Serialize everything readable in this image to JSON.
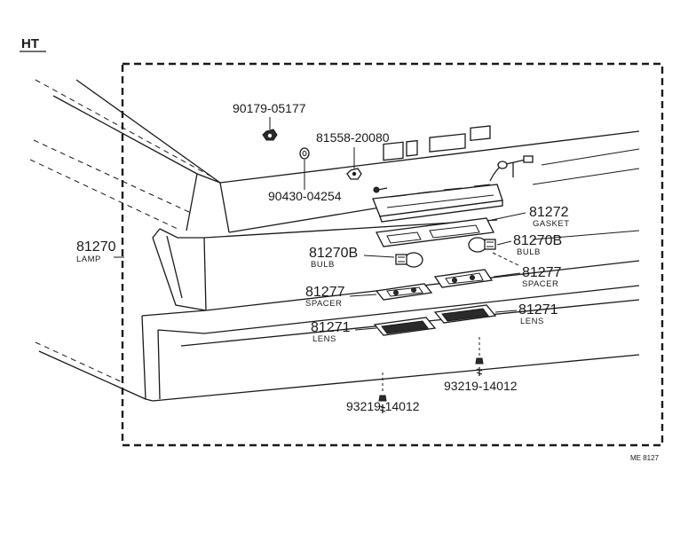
{
  "header": {
    "model_code": "HT"
  },
  "diagram_code": "ME 8127",
  "callouts": {
    "nut_top": {
      "part_no": "90179-05177"
    },
    "nut_right": {
      "part_no": "81558-20080"
    },
    "washer": {
      "part_no": "90430-04254"
    },
    "lamp": {
      "part_no": "81270",
      "name": "LAMP"
    },
    "gasket": {
      "part_no": "81272",
      "name": "GASKET"
    },
    "bulb_left": {
      "part_no": "81270B",
      "name": "BULB"
    },
    "bulb_right": {
      "part_no": "81270B",
      "name": "BULB"
    },
    "spacer_left": {
      "part_no": "81277",
      "name": "SPACER"
    },
    "spacer_right": {
      "part_no": "81277",
      "name": "SPACER"
    },
    "lens_left": {
      "part_no": "81271",
      "name": "LENS"
    },
    "lens_right": {
      "part_no": "81271",
      "name": "LENS"
    },
    "screw_left": {
      "part_no": "93219-14012"
    },
    "screw_right": {
      "part_no": "93219-14012"
    }
  }
}
